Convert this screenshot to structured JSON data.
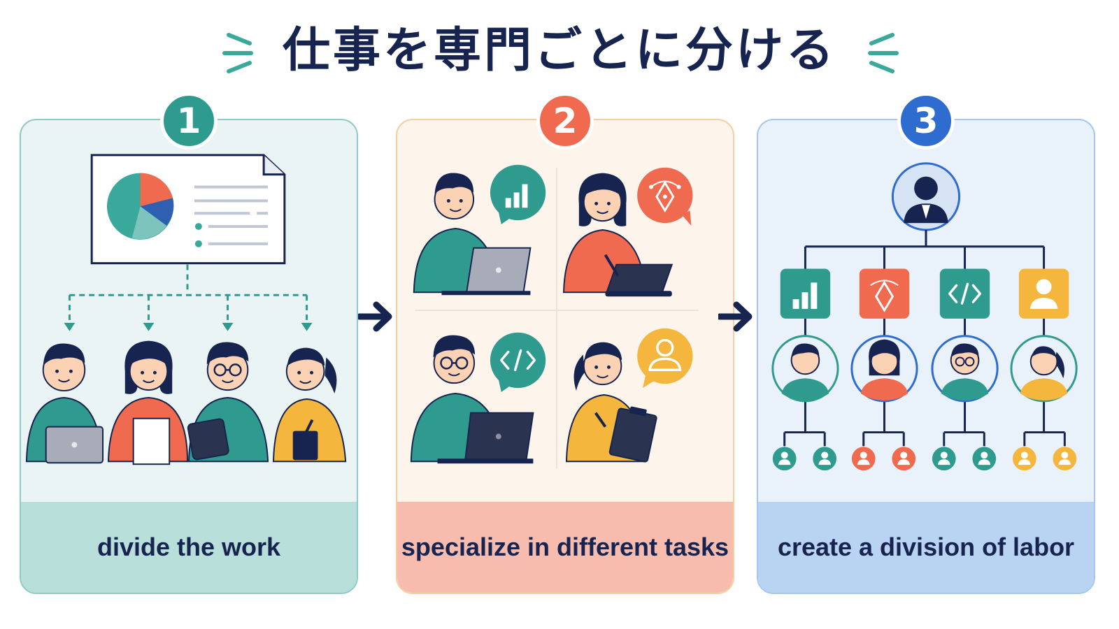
{
  "title": "仕事を専門ごとに分ける",
  "steps": [
    {
      "number": "1",
      "caption": "divide the work",
      "color": "#2f9b8f"
    },
    {
      "number": "2",
      "caption": "specialize in different tasks",
      "color": "#f06a50"
    },
    {
      "number": "3",
      "caption": "create a division of labor",
      "color": "#2e6ccf"
    }
  ],
  "colors": {
    "navy": "#16244f",
    "teal": "#2f9b8f",
    "coral": "#f06a50",
    "blue": "#2e6ccf",
    "yellow": "#f4b63c"
  },
  "icons": [
    "bar-chart-icon",
    "pen-tool-icon",
    "code-icon",
    "person-icon",
    "pie-chart-icon",
    "laptop-icon",
    "tablet-icon",
    "clipboard-icon",
    "manager-icon"
  ]
}
